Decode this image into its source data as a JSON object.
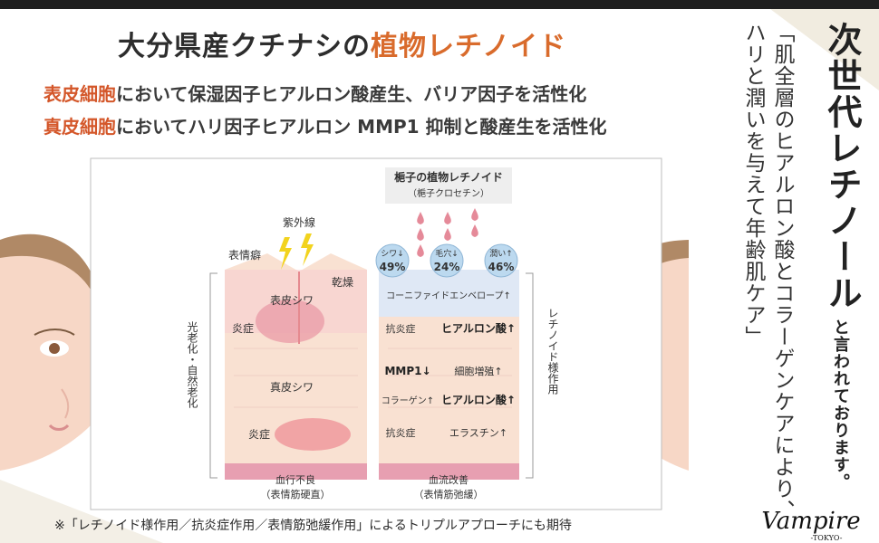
{
  "title": {
    "prefix": "大分県産クチナシの",
    "highlight": "植物レチノイド"
  },
  "lines": [
    {
      "highlight": "表皮細胞",
      "rest": "において保湿因子ヒアルロン酸産生、バリア因子を活性化"
    },
    {
      "highlight": "真皮細胞",
      "rest": "においてハリ因子ヒアルロン MMP1 抑制と酸産生を活性化"
    }
  ],
  "vertical": {
    "main": "次世代レチノール",
    "main_suffix": "と言われております。",
    "col2": "「肌全層のヒアルロン酸とコラーゲンケアにより、",
    "col3": "ハリと潤いを与えて年齢肌ケア」"
  },
  "diagram": {
    "source_title": "梔子の植物レチノイド",
    "source_sub": "（梔子クロセチン）",
    "uv": "紫外線",
    "expression_wrinkle": "表情癖",
    "dryness": "乾燥",
    "epidermis_wrinkle": "表皮シワ",
    "inflammation": "炎症",
    "dermis_wrinkle": "真皮シワ",
    "inflammation2": "炎症",
    "left_side": "光老化・自然老化",
    "right_side": "レチノイド様作用",
    "left_bottom": "血行不良",
    "left_bottom_sub": "（表情筋硬直）",
    "right_bottom": "血流改善",
    "right_bottom_sub": "（表情筋弛緩）",
    "badges": [
      {
        "label": "シワ↓",
        "value": "49%"
      },
      {
        "label": "毛穴↓",
        "value": "24%"
      },
      {
        "label": "潤い↑",
        "value": "46%"
      }
    ],
    "cornified": "コーニファイドエンベロープ↑",
    "anti_inflam": "抗炎症",
    "hyaluronic": "ヒアルロン酸↑",
    "mmp1": "MMP1↓",
    "proliferation": "細胞増殖↑",
    "collagen": "コラーゲン↑",
    "hyaluronic2": "ヒアルロン酸↑",
    "anti_inflam2": "抗炎症",
    "elastin": "エラスチン↑"
  },
  "footnote": "※「レチノイド様作用／抗炎症作用／表情筋弛緩作用」によるトリプルアプローチにも期待",
  "logo": {
    "name": "Vampire",
    "sub": "-TOKYO-"
  },
  "colors": {
    "accent": "#d96b2c",
    "skin": "#f6d6c4",
    "pink": "#e9a3b2",
    "badge": "#bcd9ef"
  }
}
